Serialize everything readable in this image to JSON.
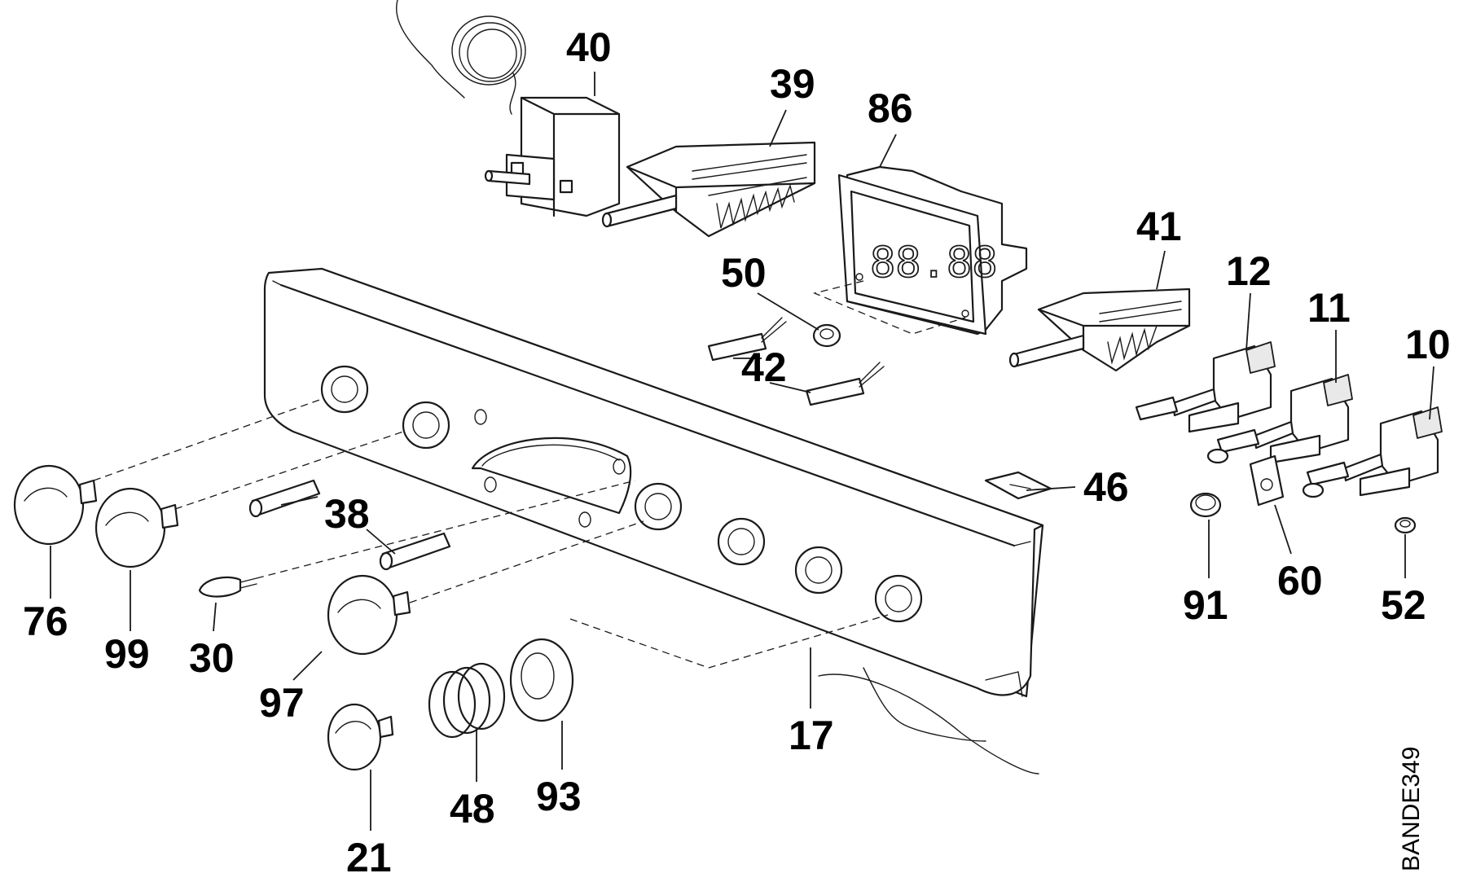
{
  "diagram": {
    "drawing_code": "BANDE349",
    "display_readout": "88.88",
    "part_labels": {
      "p40": "40",
      "p39": "39",
      "p86": "86",
      "p41": "41",
      "p12": "12",
      "p11": "11",
      "p10": "10",
      "p50": "50",
      "p42": "42",
      "p46": "46",
      "p38": "38",
      "p76": "76",
      "p99": "99",
      "p30": "30",
      "p97": "97",
      "p21": "21",
      "p48": "48",
      "p93": "93",
      "p17": "17",
      "p91": "91",
      "p60": "60",
      "p52": "52"
    }
  }
}
